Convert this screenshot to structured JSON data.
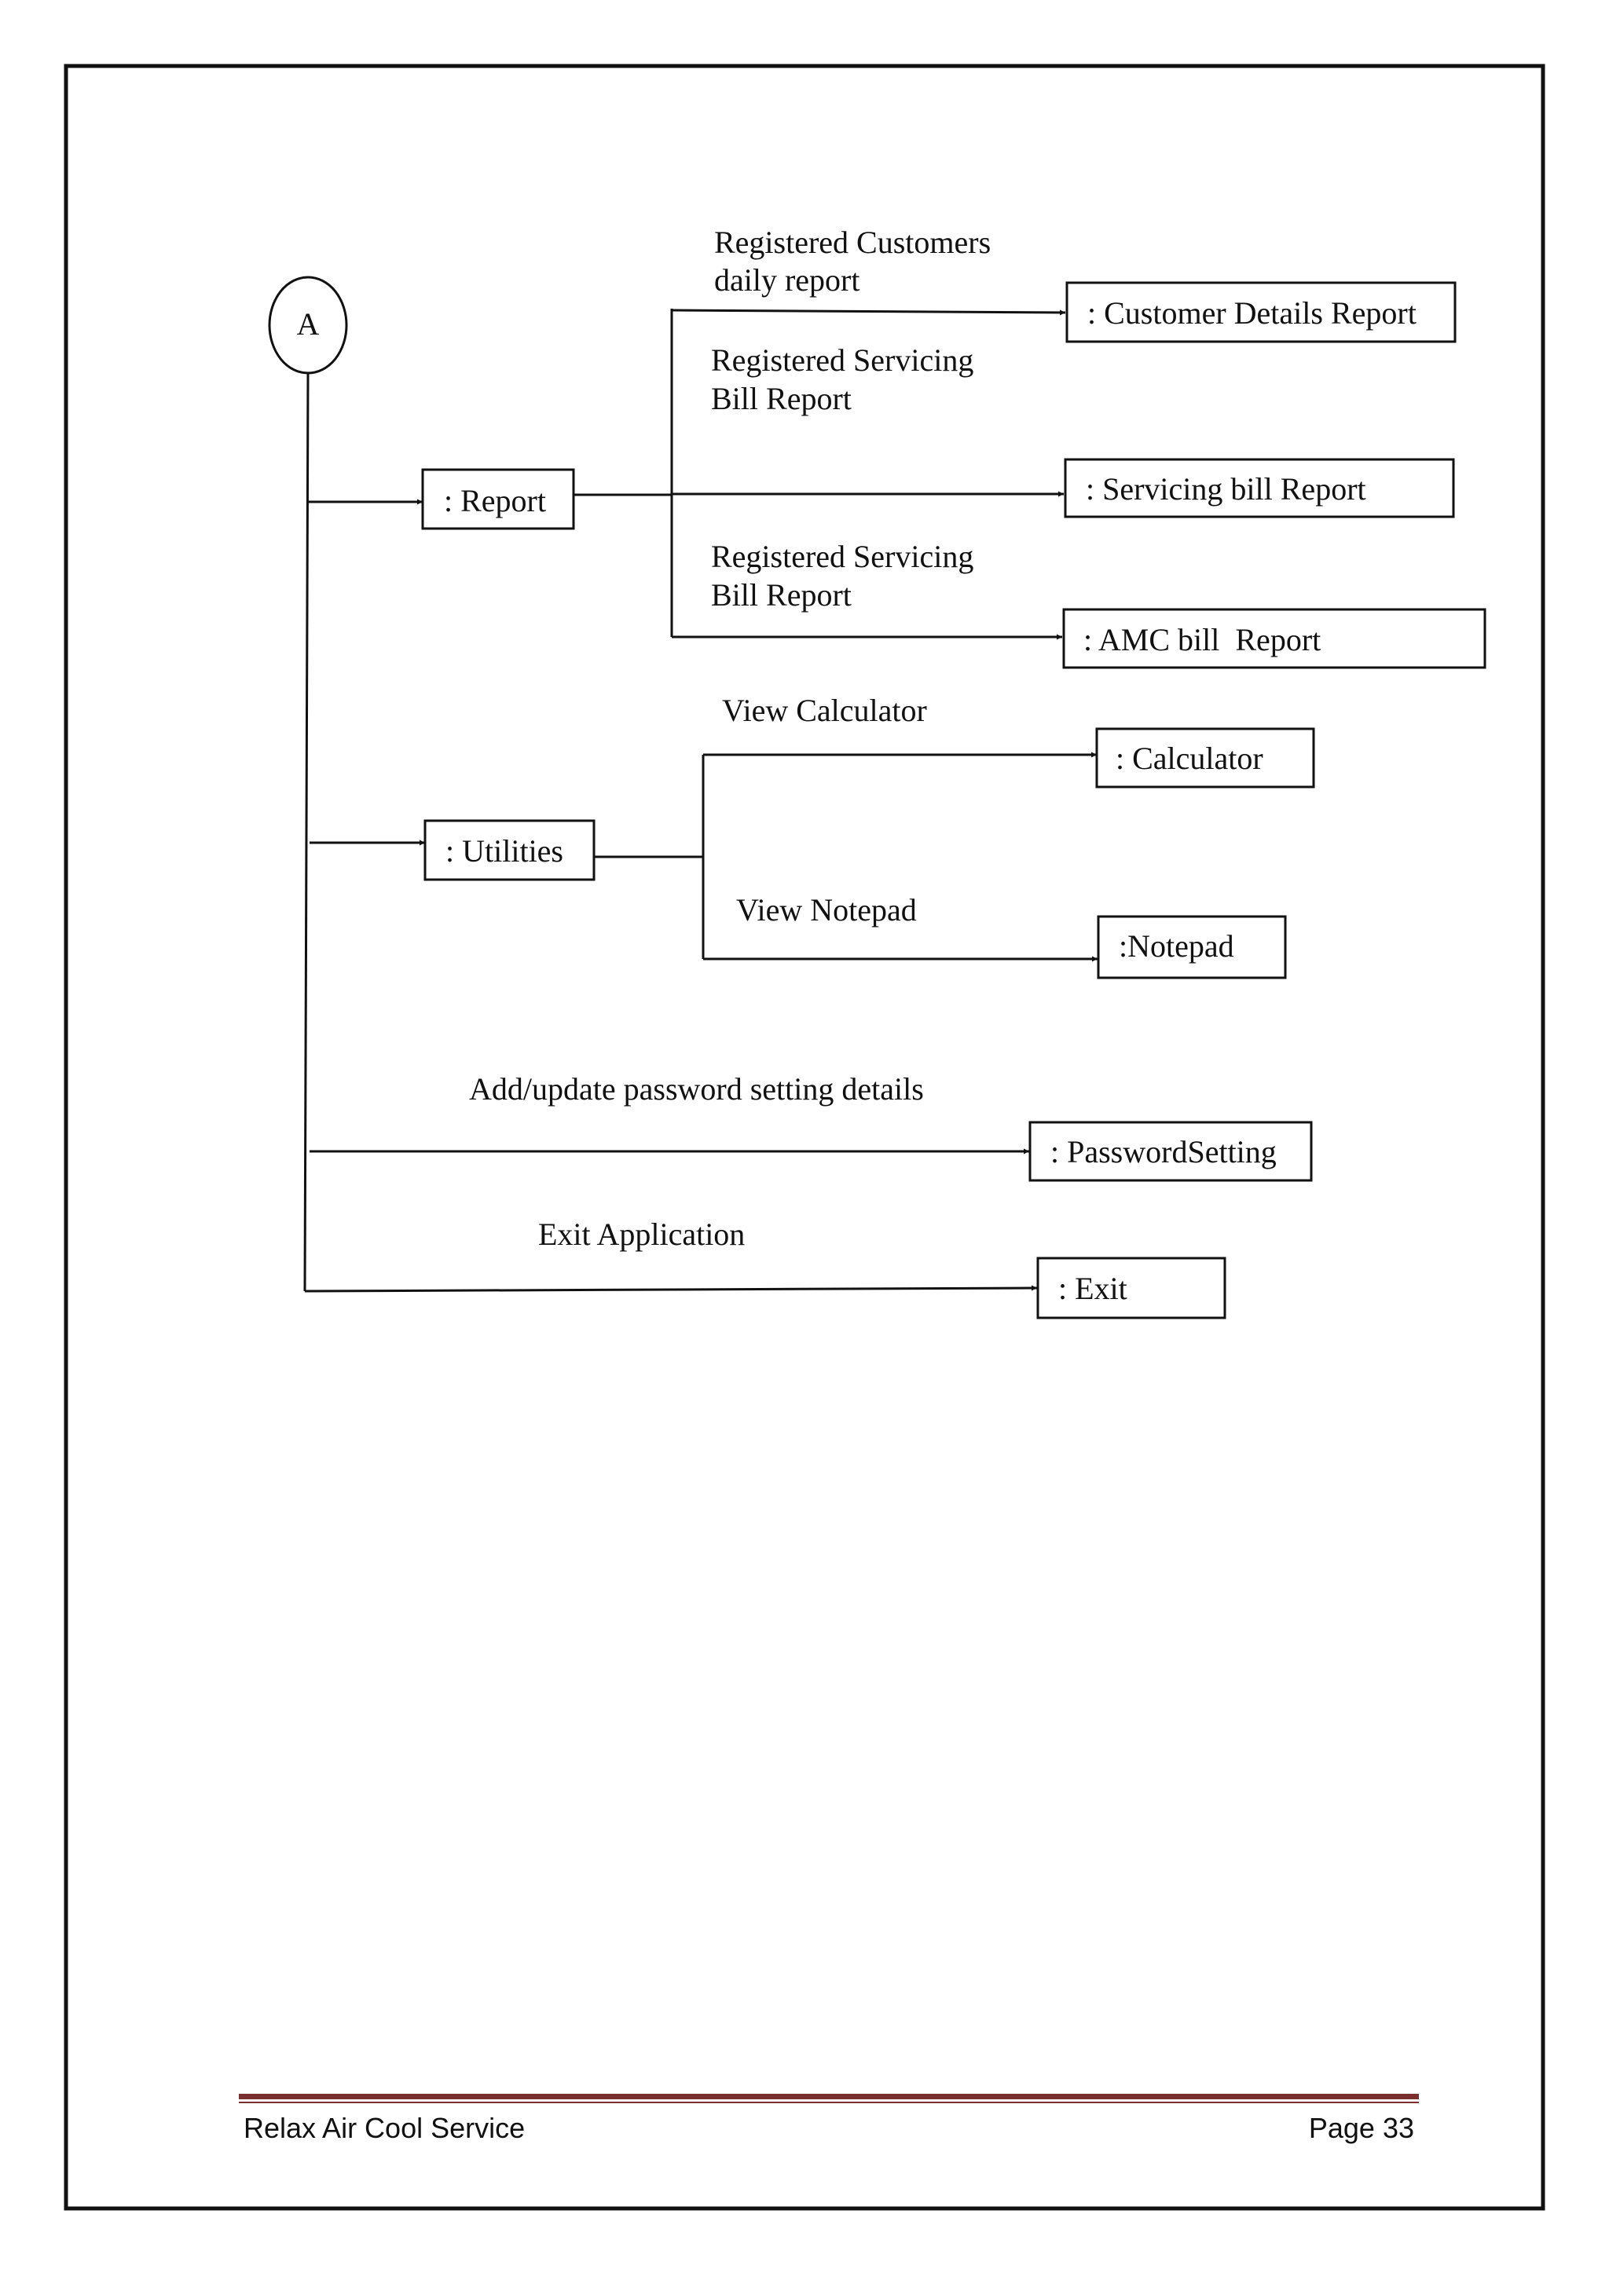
{
  "diagram": {
    "start_connector": "A",
    "nodes": {
      "report": ": Report",
      "utilities": ": Utilities",
      "customer_details_report": ": Customer Details Report",
      "servicing_bill_report": ": Servicing bill Report",
      "amc_bill_report": ": AMC bill  Report",
      "calculator": ": Calculator",
      "notepad": ":Notepad",
      "password_setting": ": PasswordSetting",
      "exit": ": Exit"
    },
    "messages": {
      "customers_daily_line1": "Registered Customers",
      "customers_daily_line2": "daily report",
      "servicing_bill_line1": "Registered Servicing",
      "servicing_bill_line2": "Bill Report",
      "amc_bill_line1": "Registered Servicing",
      "amc_bill_line2": "Bill Report",
      "view_calculator": "View Calculator",
      "view_notepad": "View Notepad",
      "password": "Add/update password setting details",
      "exit_application": "Exit Application"
    }
  },
  "footer": {
    "left": "Relax Air Cool Service",
    "right": "Page 33",
    "rule_color": "#7a2e2e"
  }
}
